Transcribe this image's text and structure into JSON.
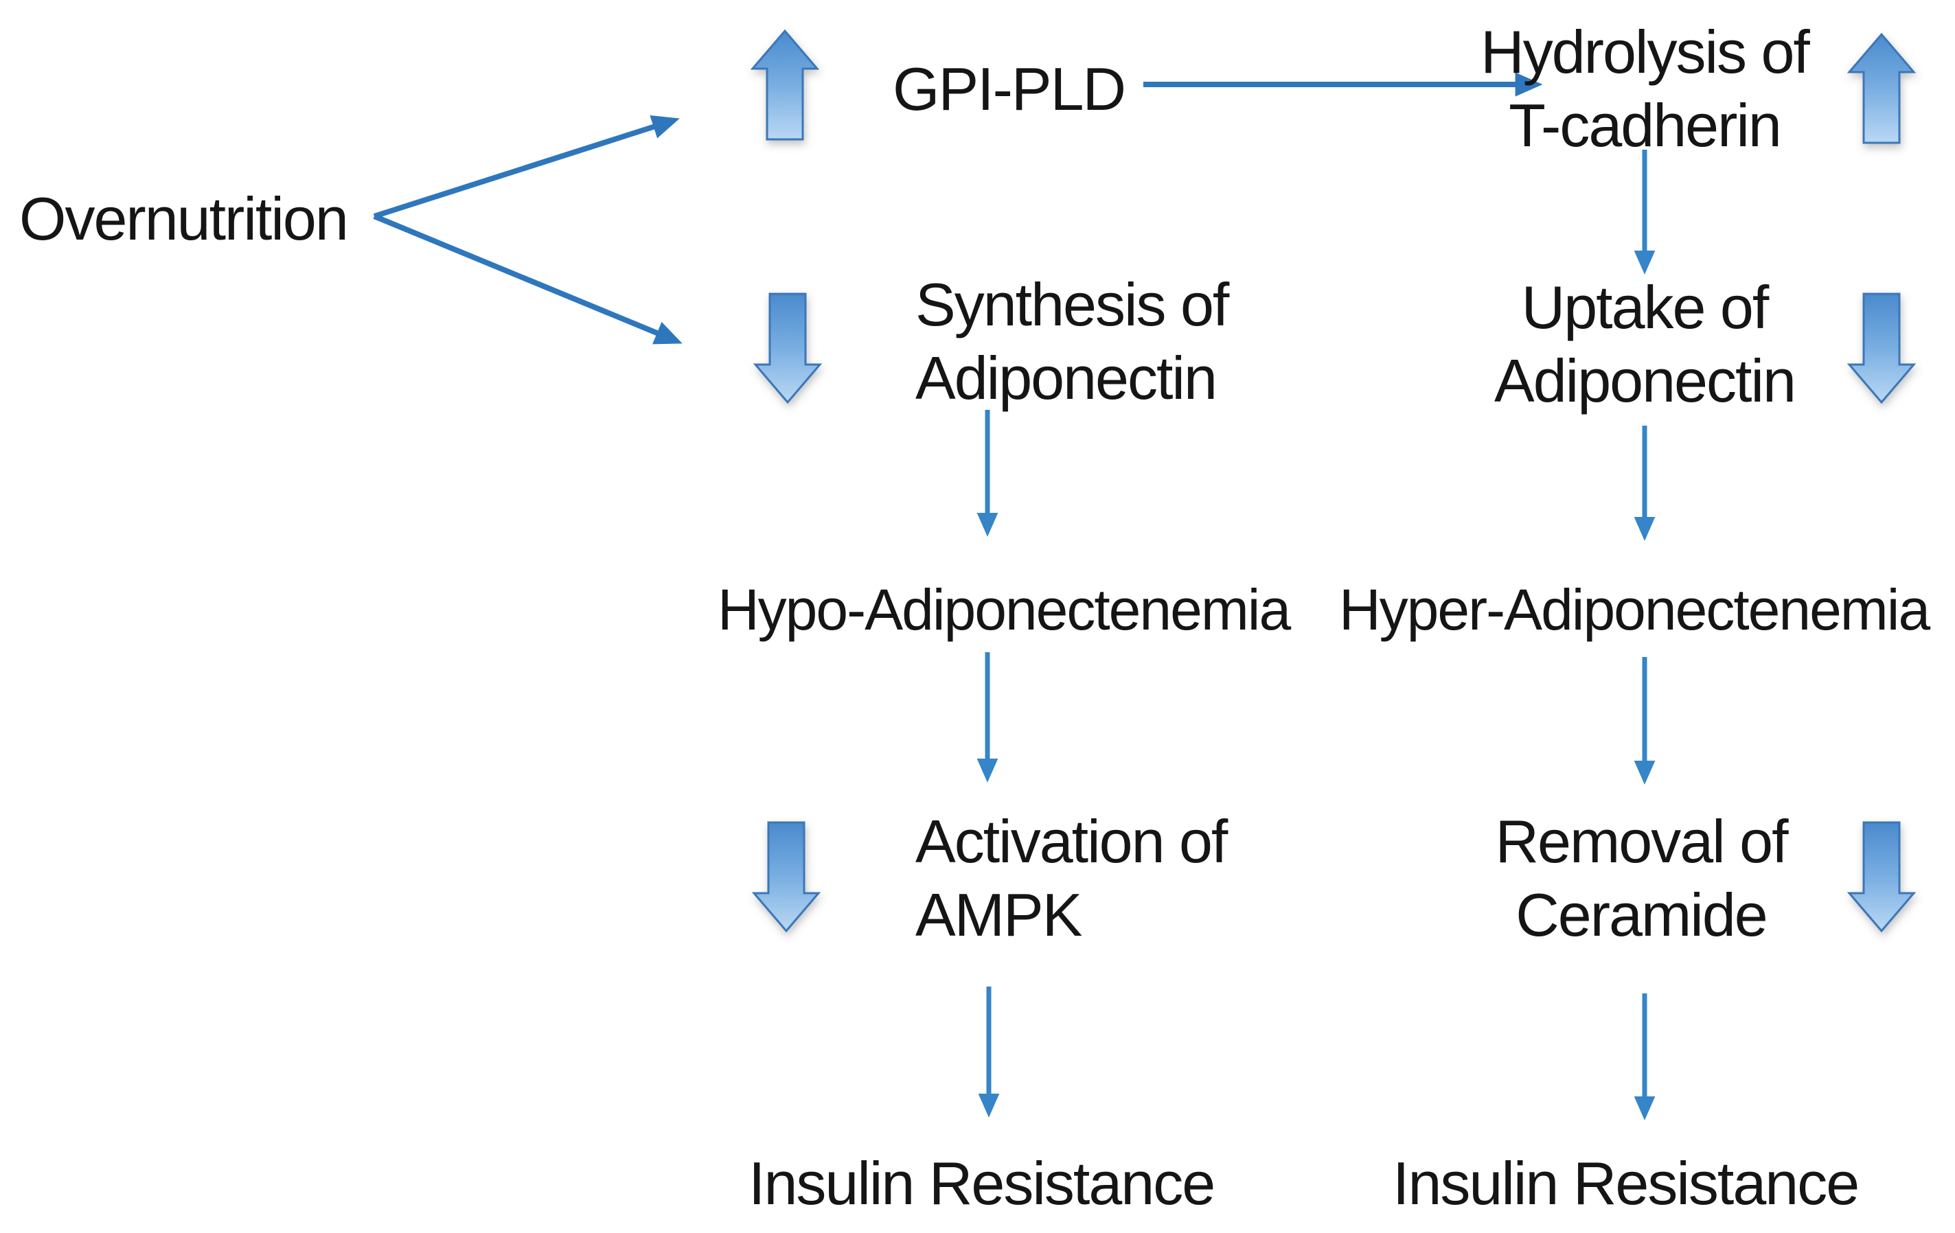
{
  "diagram": {
    "source": {
      "label": "Overnutrition"
    },
    "left_pathway": {
      "step1": {
        "label": "GPI-PLD",
        "indicator": "up"
      },
      "step2": {
        "line1": "Synthesis of",
        "line2": "Adiponectin",
        "indicator": "down"
      },
      "step3": {
        "label": "Hypo-Adiponectenemia"
      },
      "step4": {
        "line1": "Activation of",
        "line2": "AMPK",
        "indicator": "down"
      },
      "step5": {
        "label": "Insulin Resistance"
      }
    },
    "right_pathway": {
      "step1": {
        "line1": "Hydrolysis of",
        "line2": "T-cadherin",
        "indicator": "up"
      },
      "step2": {
        "line1": "Uptake of",
        "line2": "Adiponectin",
        "indicator": "down"
      },
      "step3": {
        "label": "Hyper-Adiponectenemia"
      },
      "step4": {
        "line1": "Removal of",
        "line2": "Ceramide",
        "indicator": "down"
      },
      "step5": {
        "label": "Insulin Resistance"
      }
    },
    "edges": [
      {
        "from": "Overnutrition",
        "to": "GPI-PLD"
      },
      {
        "from": "Overnutrition",
        "to": "Synthesis of Adiponectin"
      },
      {
        "from": "GPI-PLD",
        "to": "Hydrolysis of T-cadherin"
      },
      {
        "from": "Hydrolysis of T-cadherin",
        "to": "Uptake of Adiponectin"
      },
      {
        "from": "Synthesis of Adiponectin",
        "to": "Hypo-Adiponectenemia"
      },
      {
        "from": "Uptake of Adiponectin",
        "to": "Hyper-Adiponectenemia"
      },
      {
        "from": "Hypo-Adiponectenemia",
        "to": "Activation of AMPK"
      },
      {
        "from": "Hyper-Adiponectenemia",
        "to": "Removal of Ceramide"
      },
      {
        "from": "Activation of AMPK",
        "to": "Insulin Resistance"
      },
      {
        "from": "Removal of Ceramide",
        "to": "Insulin Resistance"
      }
    ],
    "colors": {
      "background": "#ffffff",
      "text": "#151515",
      "arrow_blue": "#3585c8",
      "line_blue": "#2e77bd",
      "block_arrow_top": "#4a8bcd",
      "block_arrow_mid": "#79aee2",
      "block_arrow_bottom": "#b9d8f3",
      "block_arrow_stroke": "#3a77b8"
    }
  }
}
